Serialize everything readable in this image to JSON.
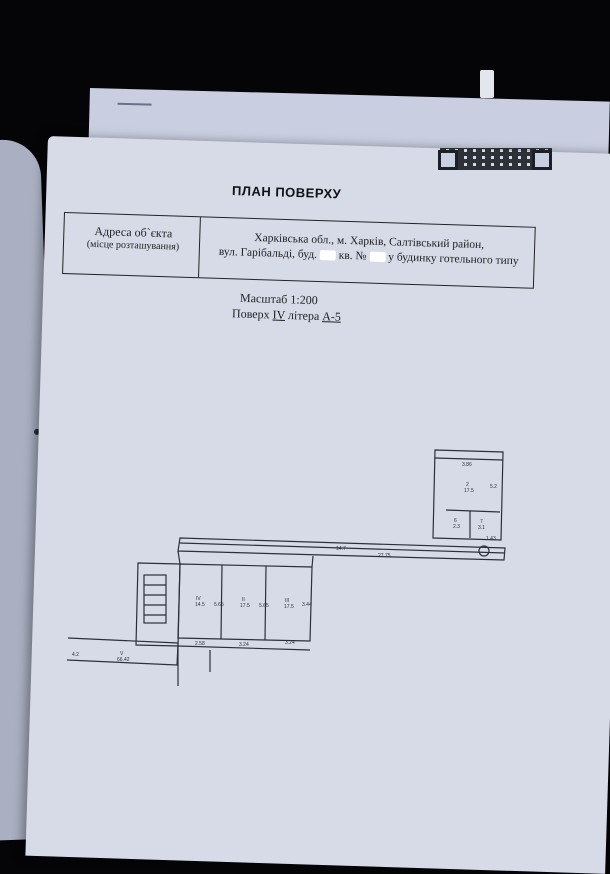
{
  "document": {
    "title": "ПЛАН ПОВЕРХУ",
    "address_label": "Адреса об`єкта",
    "address_sublabel": "(місце розташування)",
    "address_line1": "Харківська обл., м. Харків, Салтівський район,",
    "address_line2_a": "вул. Гарібальді, буд.",
    "address_line2_b": "кв. №",
    "address_line2_c": "у будинку готельного типу",
    "scale": "Масштаб 1:200",
    "floor_prefix": "Поверх",
    "floor_value": "IV",
    "litera_prefix": "літера",
    "litera_value": "А-5"
  },
  "plan_labels": {
    "room_top": "2",
    "room_top_area": "17.5",
    "dim_top_width": "3.86",
    "dim_top_side": "5.2",
    "room_small_a": "6",
    "room_small_a_area": "2.3",
    "room_small_b": "7",
    "room_small_b_area": "3.1",
    "corridor_area": "14.7",
    "corridor_length": "27.75",
    "dim_1": "1.43",
    "room_iv": "IV",
    "room_iv_area": "14.5",
    "room_ii": "II",
    "room_ii_area": "17.5",
    "room_iii": "III",
    "room_iii_area": "17.5",
    "dim_v1": "5.65",
    "dim_v2": "5.65",
    "dim_v3": "3.44",
    "dim_b1": "2.58",
    "dim_b2": "3.24",
    "dim_b3": "3.24",
    "balcony_area": "66.42",
    "balcony_label": "V",
    "left_mark": "4.2"
  }
}
